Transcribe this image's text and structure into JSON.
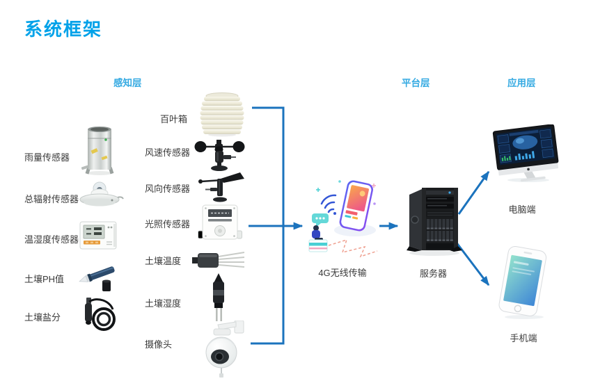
{
  "title": "系统框架",
  "colors": {
    "title_blue": "#00a2e9",
    "layer_blue": "#35aae2",
    "arrow_blue": "#1b73bd",
    "text_dark": "#3a3a3a"
  },
  "layers": [
    {
      "label": "感知层"
    },
    {
      "label": "平台层"
    },
    {
      "label": "应用层"
    }
  ],
  "perception": {
    "left_items": [
      {
        "label": "雨量传感器",
        "icon": "rain-gauge"
      },
      {
        "label": "总辐射传感器",
        "icon": "radiation-sensor"
      },
      {
        "label": "温湿度传感器",
        "icon": "temp-humidity-sensor"
      },
      {
        "label": "土壤PH值",
        "icon": "soil-ph-probe"
      },
      {
        "label": "土壤盐分",
        "icon": "soil-salinity-probe"
      }
    ],
    "mid_items": [
      {
        "label": "百叶箱",
        "icon": "stevenson-screen"
      },
      {
        "label": "风速传感器",
        "icon": "anemometer"
      },
      {
        "label": "风向传感器",
        "icon": "wind-vane"
      },
      {
        "label": "光照传感器",
        "icon": "light-sensor"
      },
      {
        "label": "土壤温度",
        "icon": "soil-temperature-probe"
      },
      {
        "label": "土壤湿度",
        "icon": "soil-moisture-probe"
      },
      {
        "label": "摄像头",
        "icon": "ptz-camera"
      }
    ]
  },
  "platform": {
    "transmission_label": "4G无线传输",
    "server_label": "服务器"
  },
  "application": {
    "pc_label": "电脑端",
    "mobile_label": "手机端"
  }
}
